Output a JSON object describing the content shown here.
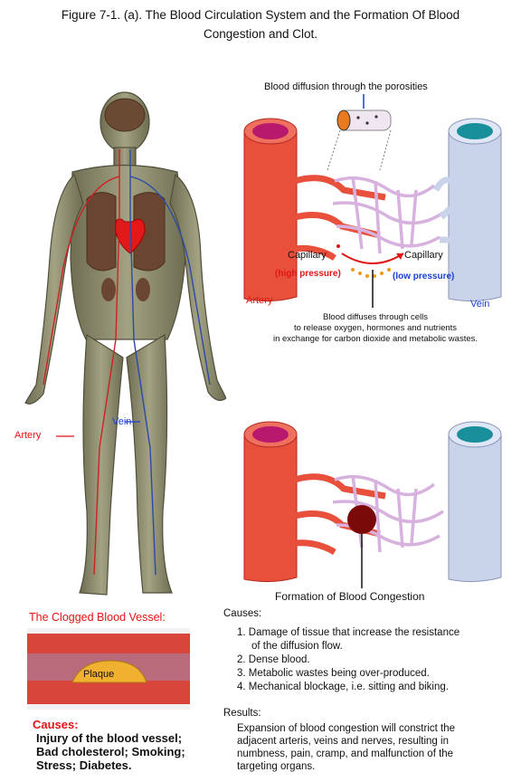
{
  "title": {
    "line1": "Figure 7-1. (a). The Blood Circulation System and the Formation Of Blood",
    "line2": "Congestion and Clot."
  },
  "body_figure": {
    "artery_label": "Artery",
    "vein_label": "Vein"
  },
  "diffusion_panel": {
    "top_label": "Blood diffusion through the porosities",
    "capillary_left": "Capillary",
    "capillary_right": "Capillary",
    "high_pressure": "(high pressure)",
    "low_pressure": "(low pressure)",
    "artery": "Artery",
    "vein": "Vein",
    "caption": [
      "Blood diffuses through cells",
      "to release oxygen, hormones and nutrients",
      "in exchange for carbon dioxide and metabolic wastes."
    ]
  },
  "congestion_panel": {
    "caption": "Formation of Blood Congestion",
    "causes_heading": "Causes:",
    "causes": [
      "1. Damage of tissue that increase the resistance",
      "of the diffusion flow.",
      "2. Dense blood.",
      "3. Metabolic wastes being over-produced.",
      "4. Mechanical blockage, i.e. sitting and biking."
    ],
    "results_heading": "Results:",
    "results": [
      "Expansion of blood congestion will constrict the",
      "adjacent arteris, veins and nerves, resulting in",
      "numbness, pain, cramp, and malfunction of the",
      "targeting organs."
    ]
  },
  "clogged_panel": {
    "heading": "The Clogged Blood Vessel:",
    "plaque_label": "Plaque",
    "causes_heading": "Causes:",
    "causes_lines": [
      "Injury of the blood vessel;",
      "Bad cholesterol; Smoking;",
      "Stress; Diabetes."
    ]
  },
  "colors": {
    "artery": "#e8503c",
    "vein": "#c9d3ea",
    "capillary": "#d7b2de",
    "congestion": "#7a0a0a",
    "label_red": "#e01515",
    "label_blue": "#1a3fd6",
    "body": "#8b8a6a"
  }
}
